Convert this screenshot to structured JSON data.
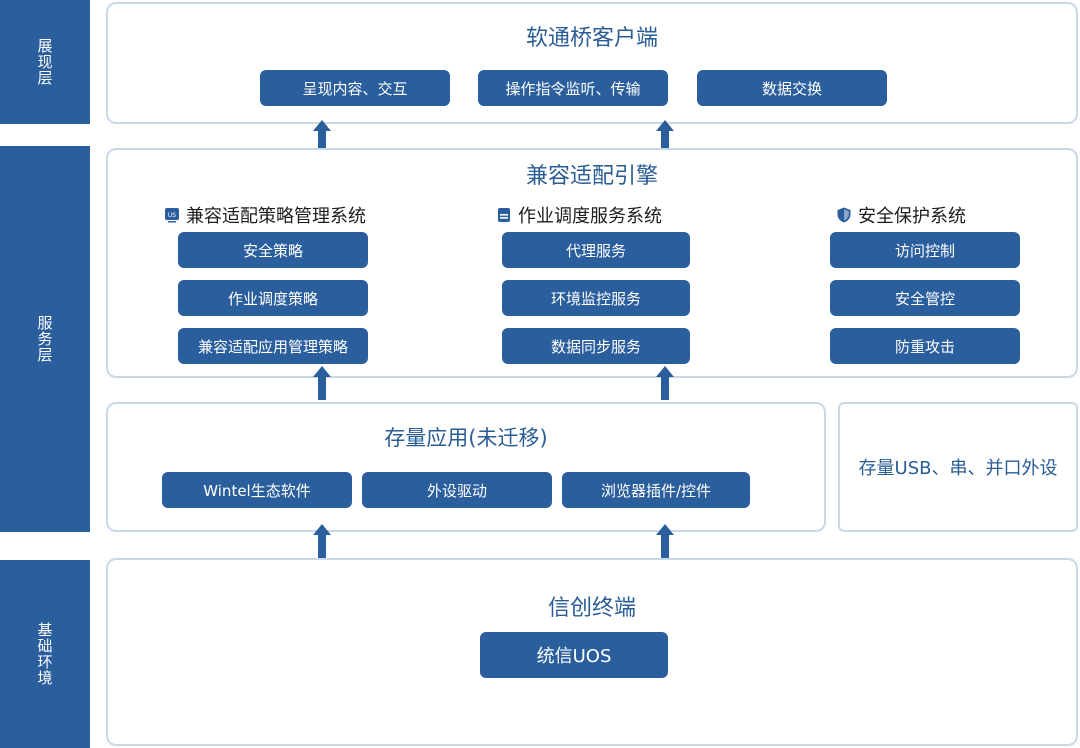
{
  "layers": {
    "presentation": "展现层",
    "service": "服务层",
    "base": "基础环境"
  },
  "client": {
    "title": "软通桥客户端",
    "items": [
      "呈现内容、交互",
      "操作指令监听、传输",
      "数据交换"
    ]
  },
  "engine": {
    "title": "兼容适配引擎",
    "columns": [
      {
        "title": "兼容适配策略管理系统",
        "icon": "policy-icon",
        "items": [
          "安全策略",
          "作业调度策略",
          "兼容适配应用管理策略"
        ]
      },
      {
        "title": "作业调度服务系统",
        "icon": "server-icon",
        "items": [
          "代理服务",
          "环境监控服务",
          "数据同步服务"
        ]
      },
      {
        "title": "安全保护系统",
        "icon": "shield-icon",
        "items": [
          "访问控制",
          "安全管控",
          "防重攻击"
        ]
      }
    ]
  },
  "stock": {
    "title": "存量应用(未迁移)",
    "items": [
      "Wintel生态软件",
      "外设驱动",
      "浏览器插件/控件"
    ]
  },
  "peripherals": {
    "label": "存量USB、串、并口外设"
  },
  "terminal": {
    "title": "信创终端",
    "item": "统信UOS"
  },
  "colors": {
    "primary": "#2b5e9c",
    "border": "#c9d8e9",
    "title_text": "#2a5d95"
  }
}
